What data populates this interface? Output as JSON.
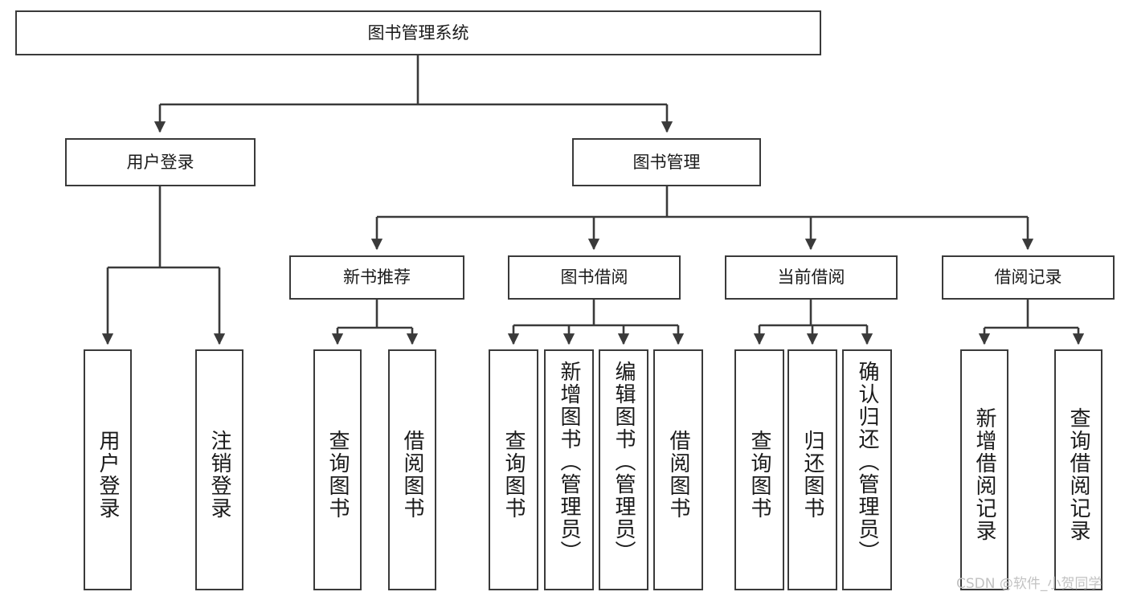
{
  "diagram": {
    "title": "图书管理系统",
    "type": "tree",
    "watermark": "CSDN @软件_小贺同学",
    "colors": {
      "box_border": "#3a3a3a",
      "box_fill": "#ffffff",
      "connector": "#3a3a3a",
      "text": "#1a1a1a",
      "watermark": "#c2c2c2"
    },
    "root": {
      "label": "图书管理系统"
    },
    "level1": [
      {
        "label": "用户登录"
      },
      {
        "label": "图书管理"
      }
    ],
    "level2": [
      {
        "label": "新书推荐"
      },
      {
        "label": "图书借阅"
      },
      {
        "label": "当前借阅"
      },
      {
        "label": "借阅记录"
      }
    ],
    "leaves": {
      "user_login": [
        {
          "label": "用户登录"
        },
        {
          "label": "注销登录"
        }
      ],
      "new_book_recommend": [
        {
          "label": "查询图书"
        },
        {
          "label": "借阅图书"
        }
      ],
      "book_borrow": [
        {
          "label": "查询图书"
        },
        {
          "label": "新增图书（管理员）"
        },
        {
          "label": "编辑图书（管理员）"
        },
        {
          "label": "借阅图书"
        }
      ],
      "current_borrow": [
        {
          "label": "查询图书"
        },
        {
          "label": "归还图书"
        },
        {
          "label": "确认归还（管理员）"
        }
      ],
      "borrow_records": [
        {
          "label": "新增借阅记录"
        },
        {
          "label": "查询借阅记录"
        }
      ]
    }
  }
}
